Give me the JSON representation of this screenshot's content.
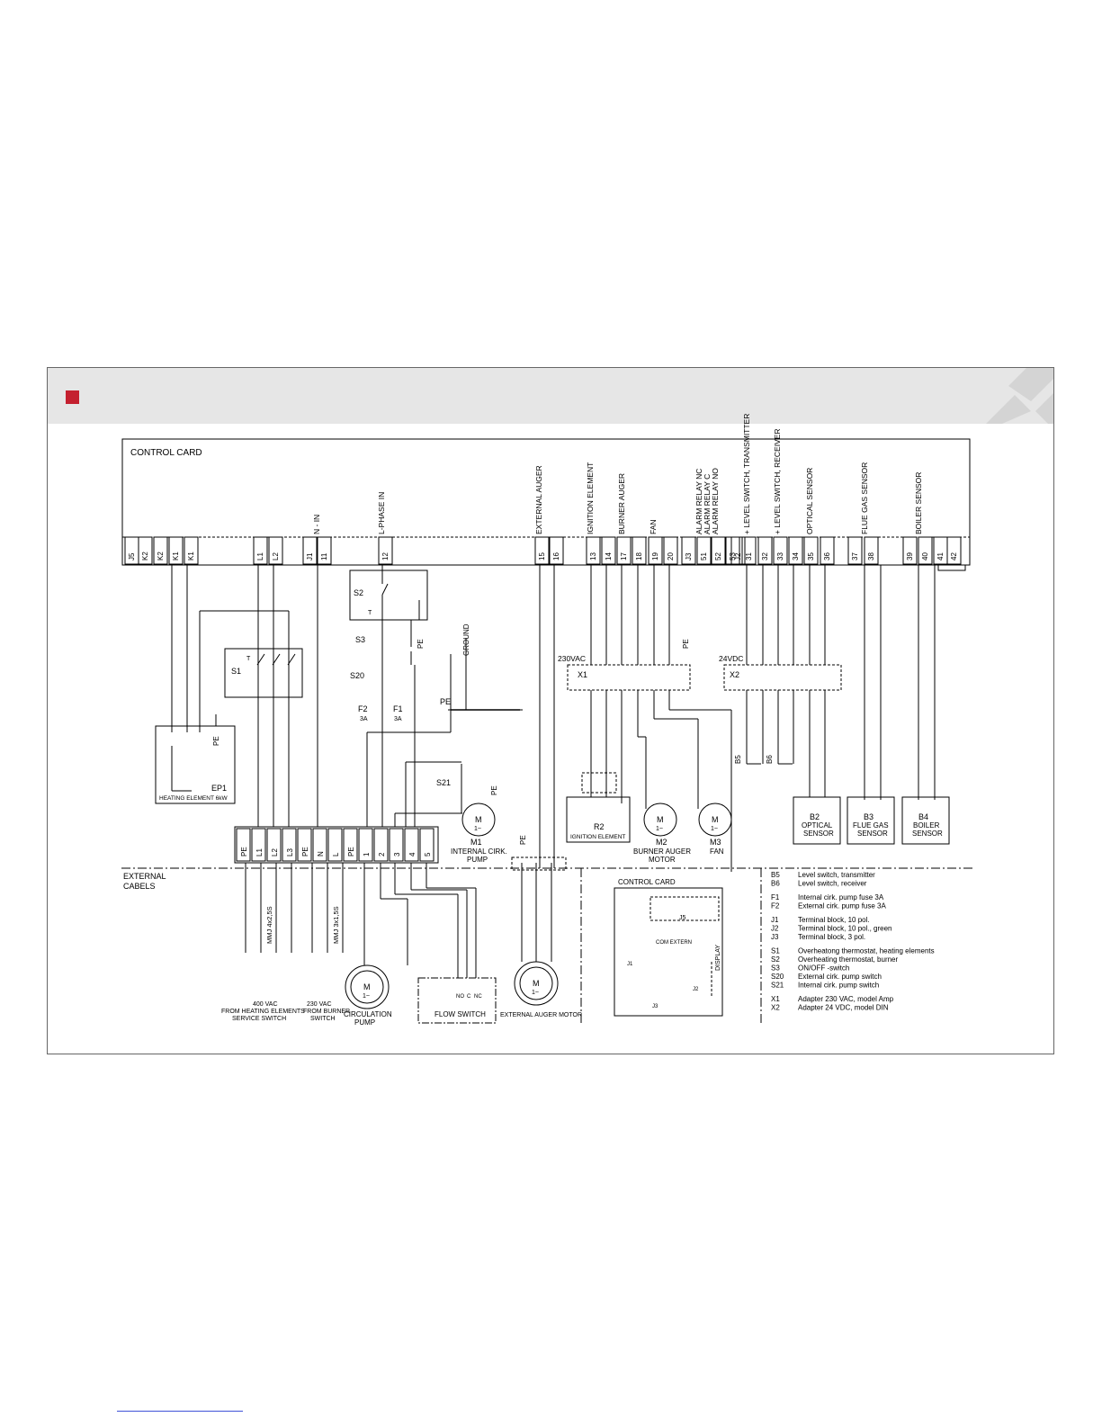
{
  "top_labels": {
    "control_card": "CONTROL CARD",
    "n_in": "N - IN",
    "l_phase_in": "L-PHASE IN",
    "external_auger": "EXTERNAL AUGER",
    "ignition_element": "IGNITION ELEMENT",
    "burner_auger": "BURNER AUGER",
    "fan": "FAN",
    "alarm_nc": "ALARM RELAY NC",
    "alarm_c": "ALARM RELAY C",
    "alarm_no": "ALARM RELAY NO",
    "level_tx": "+ LEVEL SWITCH, TRANSMITTER",
    "level_rx": "+ LEVEL SWITCH, RECEIVER",
    "optical_sensor": "OPTICAL SENSOR",
    "flue_gas_sensor": "FLUE GAS SENSOR",
    "boiler_sensor": "BOILER SENSOR"
  },
  "terminals": [
    "J5",
    "K2",
    "K2",
    "K1",
    "K1",
    "L1",
    "L2",
    "J1",
    "11",
    "12",
    "15",
    "16",
    "13",
    "14",
    "17",
    "18",
    "19",
    "20",
    "J3",
    "51",
    "52",
    "53",
    "J2",
    "31",
    "32",
    "33",
    "34",
    "35",
    "36",
    "37",
    "38",
    "39",
    "40",
    "41",
    "42"
  ],
  "lower_terminals": [
    "PE",
    "L1",
    "L2",
    "L3",
    "PE",
    "N",
    "L",
    "PE",
    "1",
    "2",
    "3",
    "4",
    "5"
  ],
  "components": {
    "s2": "S2",
    "s3": "S3",
    "s20": "S20",
    "s1": "S1",
    "f2": "F2",
    "f1": "F1",
    "f_rating": "3A",
    "s21": "S21",
    "pe": "PE",
    "ground": "GROUND",
    "t": "T",
    "ep1": "EP1",
    "ep1_desc": "HEATING ELEMENT 6kW",
    "m1": "M1",
    "m1_desc1": "INTERNAL CIRK.",
    "m1_desc2": "PUMP",
    "r2": "R2",
    "r2_desc": "IGNITION ELEMENT",
    "m2": "M2",
    "m2_desc1": "BURNER AUGER",
    "m2_desc2": "MOTOR",
    "m3": "M3",
    "m3_desc": "FAN",
    "b2": "B2",
    "b2_desc": "OPTICAL",
    "sensor": "SENSOR",
    "b3": "B3",
    "b3_desc": "FLUE GAS",
    "b4": "B4",
    "b4_desc": "BOILER",
    "b5": "B5",
    "b6": "B6",
    "x1": "X1",
    "x2": "X2",
    "v230": "230VAC",
    "v24": "24VDC",
    "motor_m": "M",
    "motor_phase": "1~"
  },
  "external": {
    "cabels1": "EXTERNAL",
    "cabels2": "CABELS",
    "cable1": "MMJ 4x2,5S",
    "cable2": "MMJ 3x1,5S",
    "supply1_a": "400 VAC",
    "supply1_b": "FROM HEATING ELEMENTS",
    "supply1_c": "SERVICE SWITCH",
    "supply2_a": "230 VAC",
    "supply2_b": "FROM BURNER",
    "supply2_c": "SWITCH",
    "circ1": "CIRCULATION",
    "circ2": "PUMP",
    "flow_switch": "FLOW SWITCH",
    "ext_auger_motor": "EXTERNAL AUGER MOTOR",
    "nc_labels": [
      "NO",
      "C",
      "NC"
    ]
  },
  "card_inset": {
    "title": "CONTROL CARD",
    "com": "COM EXTERN",
    "display": "DISPLAY",
    "j5": "J5",
    "j1": "J1",
    "j2": "J2",
    "j3": "J3"
  },
  "legend": [
    [
      "B5",
      "Level switch, transmitter"
    ],
    [
      "B6",
      "Level switch, receiver"
    ],
    [
      "F1",
      "Internal cirk. pump fuse 3A"
    ],
    [
      "F2",
      "External cirk. pump fuse 3A"
    ],
    [
      "J1",
      "Terminal block, 10 pol."
    ],
    [
      "J2",
      "Terminal block, 10 pol., green"
    ],
    [
      "J3",
      "Terminal block, 3 pol."
    ],
    [
      "S1",
      "Overheatong thermostat, heating elements"
    ],
    [
      "S2",
      "Overheating thermostat, burner"
    ],
    [
      "S3",
      "ON/OFF -switch"
    ],
    [
      "S20",
      "External cirk. pump switch"
    ],
    [
      "S21",
      "Internal cirk. pump switch"
    ],
    [
      "X1",
      "Adapter 230 VAC, model Amp"
    ],
    [
      "X2",
      "Adapter 24 VDC, model DIN"
    ]
  ]
}
